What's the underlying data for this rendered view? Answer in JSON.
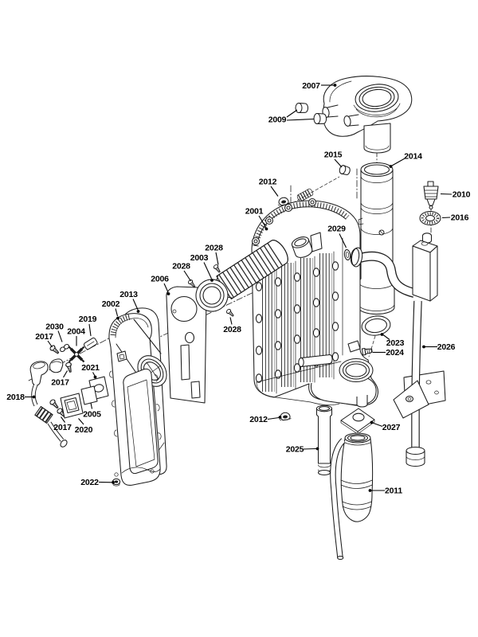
{
  "colors": {
    "background": "#ffffff",
    "line": "#1c1c1c",
    "label": "#000000"
  },
  "labels": [
    {
      "text": "2007"
    },
    {
      "text": "2009"
    },
    {
      "text": "2015"
    },
    {
      "text": "2014"
    },
    {
      "text": "2012"
    },
    {
      "text": "2010"
    },
    {
      "text": "2001"
    },
    {
      "text": "2016"
    },
    {
      "text": "2029"
    },
    {
      "text": "2028"
    },
    {
      "text": "2003"
    },
    {
      "text": "2028"
    },
    {
      "text": "2006"
    },
    {
      "text": "2013"
    },
    {
      "text": "2002"
    },
    {
      "text": "2019"
    },
    {
      "text": "2030"
    },
    {
      "text": "2004"
    },
    {
      "text": "2017"
    },
    {
      "text": "2028"
    },
    {
      "text": "2023"
    },
    {
      "text": "2026"
    },
    {
      "text": "2024"
    },
    {
      "text": "2021"
    },
    {
      "text": "2017"
    },
    {
      "text": "2018"
    },
    {
      "text": "2005"
    },
    {
      "text": "2017"
    },
    {
      "text": "2020"
    },
    {
      "text": "2012"
    },
    {
      "text": "2027"
    },
    {
      "text": "2025"
    },
    {
      "text": "2022"
    },
    {
      "text": "2011"
    }
  ]
}
